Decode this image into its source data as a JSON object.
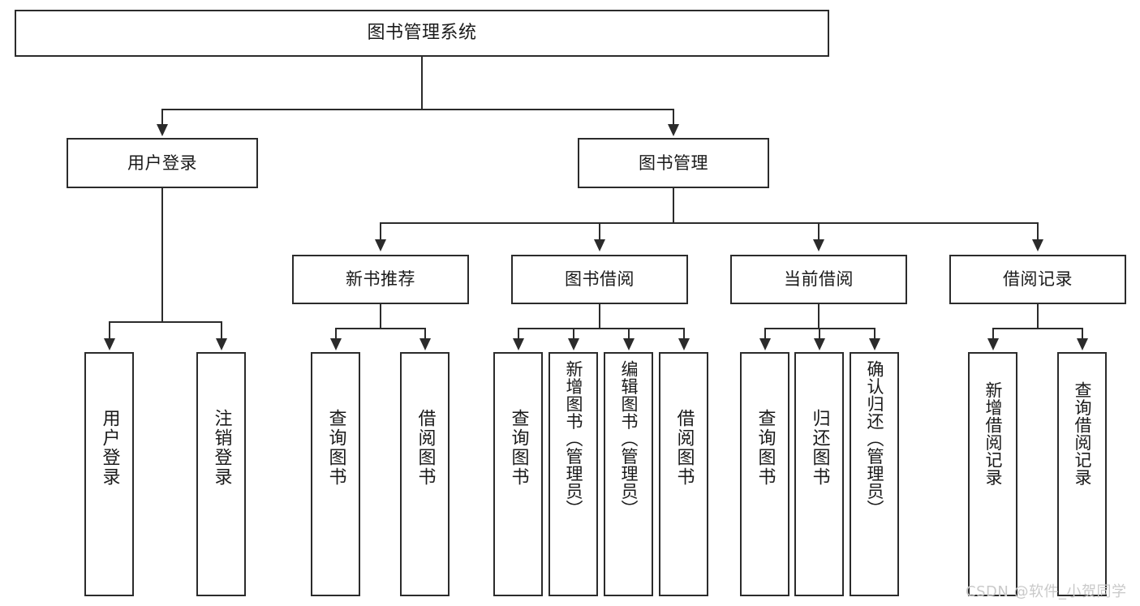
{
  "diagram": {
    "title": "图书管理系统",
    "type": "tree-hierarchy",
    "levels": [
      {
        "level": 1,
        "nodes": [
          {
            "id": "root",
            "label": "图书管理系统",
            "orientation": "horizontal"
          }
        ]
      },
      {
        "level": 2,
        "nodes": [
          {
            "id": "login",
            "label": "用户登录",
            "orientation": "horizontal",
            "parent": "root"
          },
          {
            "id": "bookmgmt",
            "label": "图书管理",
            "orientation": "horizontal",
            "parent": "root"
          }
        ]
      },
      {
        "level": 3,
        "nodes": [
          {
            "id": "newbook",
            "label": "新书推荐",
            "orientation": "horizontal",
            "parent": "bookmgmt"
          },
          {
            "id": "borrow",
            "label": "图书借阅",
            "orientation": "horizontal",
            "parent": "bookmgmt"
          },
          {
            "id": "current",
            "label": "当前借阅",
            "orientation": "horizontal",
            "parent": "bookmgmt"
          },
          {
            "id": "records",
            "label": "借阅记录",
            "orientation": "horizontal",
            "parent": "bookmgmt"
          }
        ]
      },
      {
        "level": 4,
        "nodes": [
          {
            "id": "leaf1",
            "label": "用户登录",
            "orientation": "vertical",
            "parent": "login"
          },
          {
            "id": "leaf2",
            "label": "注销登录",
            "orientation": "vertical",
            "parent": "login"
          },
          {
            "id": "leaf3",
            "label": "查询图书",
            "orientation": "vertical",
            "parent": "newbook"
          },
          {
            "id": "leaf4",
            "label": "借阅图书",
            "orientation": "vertical",
            "parent": "newbook"
          },
          {
            "id": "leaf5",
            "label": "查询图书",
            "orientation": "vertical",
            "parent": "borrow"
          },
          {
            "id": "leaf6",
            "label": "新增图书（管理员）",
            "orientation": "vertical",
            "parent": "borrow"
          },
          {
            "id": "leaf7",
            "label": "编辑图书（管理员）",
            "orientation": "vertical",
            "parent": "borrow"
          },
          {
            "id": "leaf8",
            "label": "借阅图书",
            "orientation": "vertical",
            "parent": "borrow"
          },
          {
            "id": "leaf9",
            "label": "查询图书",
            "orientation": "vertical",
            "parent": "current"
          },
          {
            "id": "leaf10",
            "label": "归还图书",
            "orientation": "vertical",
            "parent": "current"
          },
          {
            "id": "leaf11",
            "label": "确认归还（管理员）",
            "orientation": "vertical",
            "parent": "current"
          },
          {
            "id": "leaf12",
            "label": "新增借阅记录",
            "orientation": "vertical",
            "parent": "records"
          },
          {
            "id": "leaf13",
            "label": "查询借阅记录",
            "orientation": "vertical",
            "parent": "records"
          }
        ]
      }
    ],
    "colors": {
      "box_border": "#2b2b2b",
      "box_fill": "#ffffff",
      "connector": "#2b2b2b",
      "text": "#1a1a1a",
      "watermark": "#c9c9c9",
      "background": "#ffffff"
    }
  },
  "watermark": {
    "text": "CSDN @软件_小贺同学"
  }
}
